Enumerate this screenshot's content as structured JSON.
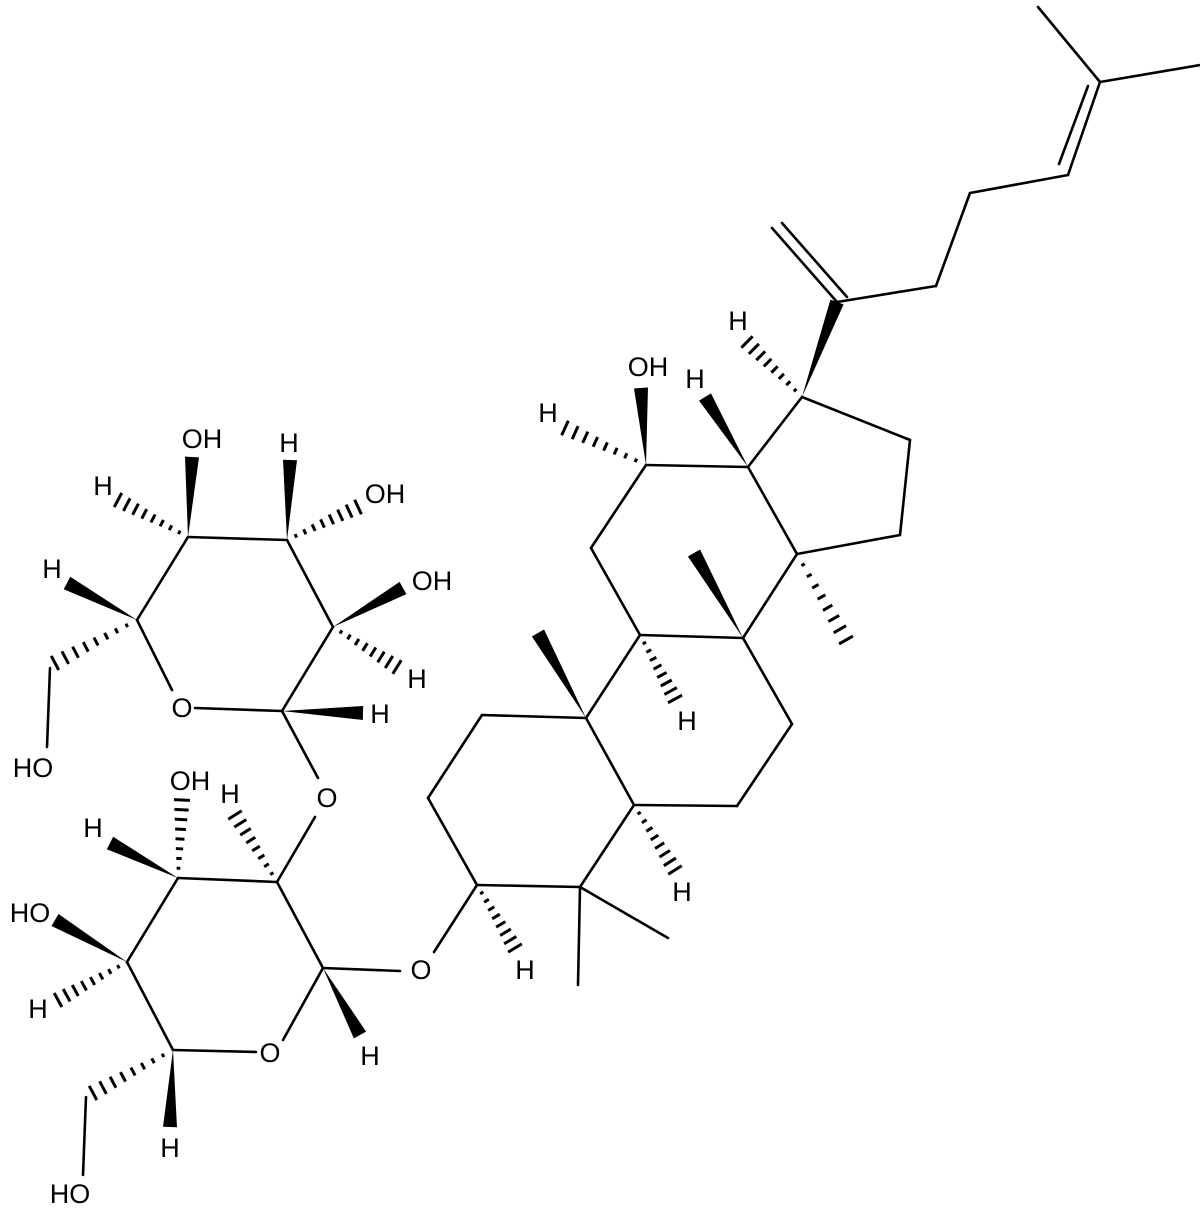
{
  "diagram": {
    "type": "chemical-structure",
    "bond_color": "#000000",
    "background": "#ffffff"
  },
  "atom_labels": [
    "OH",
    "H",
    "H",
    "H",
    "H",
    "H",
    "H",
    "O",
    "OH",
    "H",
    "H",
    "OH",
    "OH",
    "H",
    "H",
    "O",
    "H",
    "HO",
    "O",
    "OH",
    "H",
    "H",
    "HO",
    "H",
    "O",
    "H",
    "H",
    "HO"
  ]
}
